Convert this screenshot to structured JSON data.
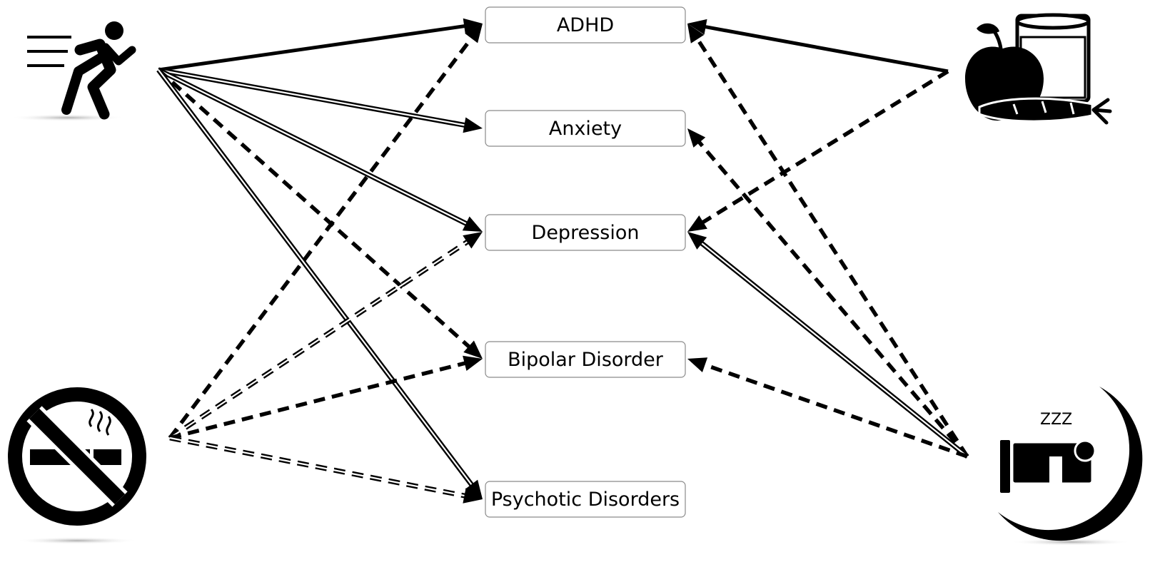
{
  "diagram": {
    "colors": {
      "ink": "#000000",
      "box_border": "#8a8a8a",
      "background": "#ffffff"
    },
    "line_styles": [
      "solid",
      "double",
      "dashed",
      "double-dashed"
    ],
    "outcomes": [
      {
        "id": "adhd",
        "label": "ADHD"
      },
      {
        "id": "anxiety",
        "label": "Anxiety"
      },
      {
        "id": "depression",
        "label": "Depression"
      },
      {
        "id": "bipolar",
        "label": "Bipolar Disorder"
      },
      {
        "id": "psychotic",
        "label": "Psychotic Disorders"
      }
    ],
    "exposures": [
      {
        "id": "exercise",
        "icon": "running-person-icon"
      },
      {
        "id": "smoking",
        "icon": "no-smoking-icon"
      },
      {
        "id": "diet",
        "icon": "apple-milk-carrot-icon"
      },
      {
        "id": "sleep",
        "icon": "sleeping-moon-bed-icon"
      }
    ],
    "sleep_icon_text": "ZZZ",
    "edges": [
      {
        "from": "exercise",
        "to": "adhd",
        "style": "solid"
      },
      {
        "from": "exercise",
        "to": "anxiety",
        "style": "double"
      },
      {
        "from": "exercise",
        "to": "depression",
        "style": "double"
      },
      {
        "from": "exercise",
        "to": "bipolar",
        "style": "dashed"
      },
      {
        "from": "exercise",
        "to": "psychotic",
        "style": "double"
      },
      {
        "from": "smoking",
        "to": "adhd",
        "style": "dashed"
      },
      {
        "from": "smoking",
        "to": "depression",
        "style": "double-dashed"
      },
      {
        "from": "smoking",
        "to": "bipolar",
        "style": "dashed"
      },
      {
        "from": "smoking",
        "to": "psychotic",
        "style": "double-dashed"
      },
      {
        "from": "diet",
        "to": "adhd",
        "style": "solid"
      },
      {
        "from": "diet",
        "to": "depression",
        "style": "dashed"
      },
      {
        "from": "sleep",
        "to": "adhd",
        "style": "dashed"
      },
      {
        "from": "sleep",
        "to": "anxiety",
        "style": "dashed"
      },
      {
        "from": "sleep",
        "to": "depression",
        "style": "double"
      },
      {
        "from": "sleep",
        "to": "bipolar",
        "style": "dashed"
      }
    ]
  }
}
